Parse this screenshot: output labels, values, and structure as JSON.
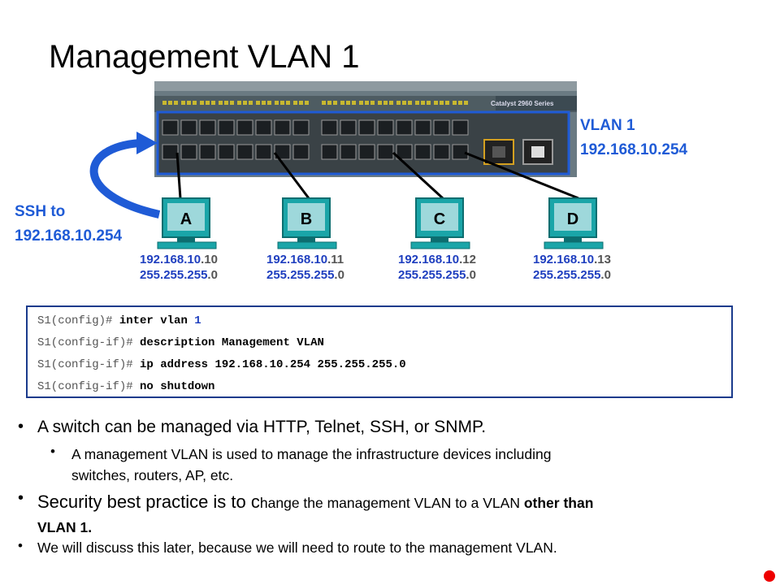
{
  "title": "Management VLAN 1",
  "vlan_label": {
    "line1": "VLAN 1",
    "line2": "192.168.10.254"
  },
  "ssh_label": {
    "line1": "SSH to",
    "line2": "192.168.10.254"
  },
  "switch_model": "Catalyst 2960 Series",
  "pcs": [
    {
      "letter": "A",
      "net": "192.168.10",
      "host": ".10",
      "mask": "255.255.255",
      "mask_tail": ".0"
    },
    {
      "letter": "B",
      "net": "192.168.10",
      "host": ".11",
      "mask": "255.255.255",
      "mask_tail": ".0"
    },
    {
      "letter": "C",
      "net": "192.168.10",
      "host": ".12",
      "mask": "255.255.255",
      "mask_tail": ".0"
    },
    {
      "letter": "D",
      "net": "192.168.10",
      "host": ".13",
      "mask": "255.255.255",
      "mask_tail": ".0"
    }
  ],
  "cli": [
    {
      "prompt": "S1(config)# ",
      "cmd": "inter vlan ",
      "num": "1"
    },
    {
      "prompt": "S1(config-if)# ",
      "cmd": "description Management VLAN",
      "num": ""
    },
    {
      "prompt": "S1(config-if)# ",
      "cmd": "ip address 192.168.10.254 255.255.255.0",
      "num": ""
    },
    {
      "prompt": "S1(config-if)# ",
      "cmd": "no shutdown",
      "num": ""
    }
  ],
  "bullets": {
    "b1": "A switch can be managed via HTTP, Telnet, SSH, or SNMP.",
    "b1a_l1": "A management VLAN is used to manage the infrastructure devices including",
    "b1a_l2": "switches, routers, AP, etc.",
    "b2_part1": "Security best practice is to c",
    "b2_part2": "hange the management VLAN to a VLAN ",
    "b2_bold": "other than",
    "b2_l2": "VLAN 1.",
    "b3": "We will discuss this later, because we will need to route to the management VLAN."
  },
  "colors": {
    "accent_blue": "#1f5bd6",
    "red_dot": "#ee0000"
  }
}
